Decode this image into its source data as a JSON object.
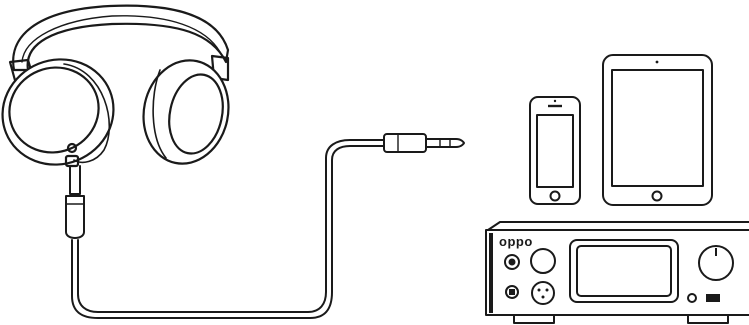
{
  "diagram": {
    "line_color": "#1a1a1a",
    "background": "#ffffff",
    "amplifier": {
      "brand_label": "oppo"
    },
    "components": [
      {
        "name": "headphones",
        "icon": "over-ear-headphones"
      },
      {
        "name": "cable",
        "icon": "audio-cable-with-plugs"
      },
      {
        "name": "smartphone",
        "icon": "phone"
      },
      {
        "name": "tablet",
        "icon": "tablet"
      },
      {
        "name": "headphone-amplifier",
        "icon": "desktop-amplifier"
      }
    ]
  }
}
